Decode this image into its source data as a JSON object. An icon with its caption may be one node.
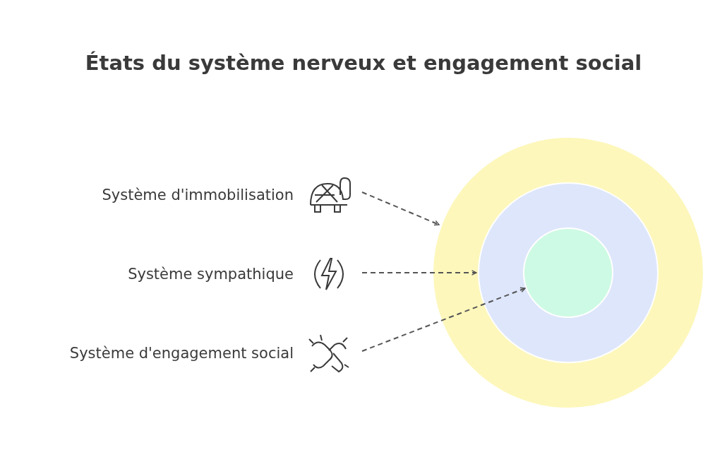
{
  "diagram": {
    "title": "États du système nerveux et engagement social",
    "nodes": [
      {
        "text": [
          "Système d'immobilisation"
        ]
      },
      {
        "text": [
          "Système sympathique"
        ]
      },
      {
        "text": [
          "Système d'engagement social"
        ]
      },
      {
        "text": [],
        "shape": "circle"
      },
      {
        "text": [],
        "shape": "circle",
        "in": 3
      },
      {
        "text": [],
        "shape": "circle",
        "in": 4
      }
    ],
    "edges": [
      {
        "from": 0,
        "to": 3,
        "arrow": "to",
        "style": "dashed"
      },
      {
        "from": 1,
        "to": 4,
        "arrow": "to",
        "style": "dashed"
      },
      {
        "from": 2,
        "to": 5,
        "arrow": "to",
        "style": "dashed"
      }
    ]
  }
}
